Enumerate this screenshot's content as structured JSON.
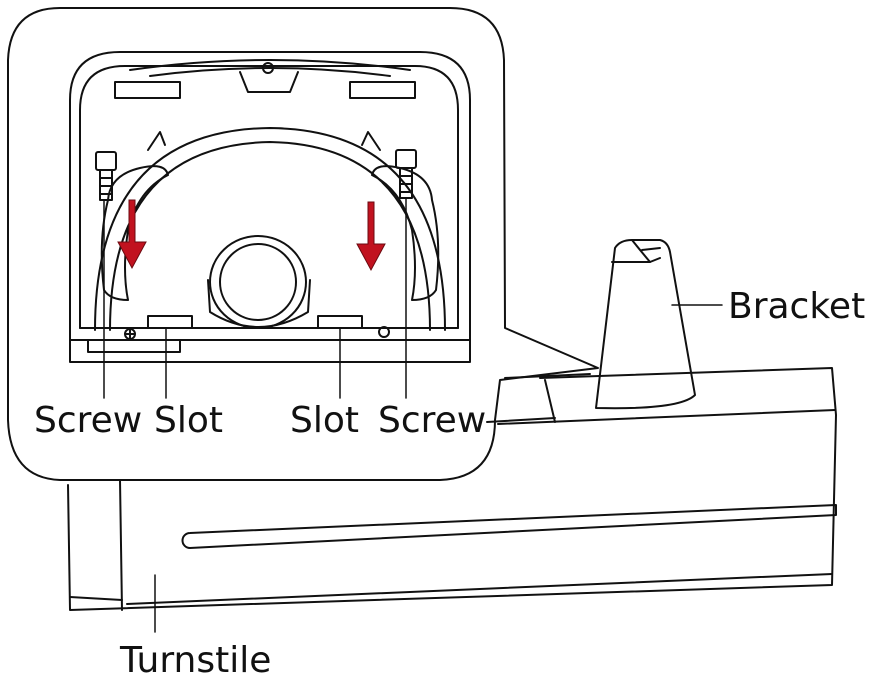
{
  "labels": {
    "screw_left": "Screw",
    "slot_left": "Slot",
    "slot_right": "Slot",
    "screw_right": "Screw",
    "bracket": "Bracket",
    "turnstile": "Turnstile"
  },
  "colors": {
    "line": "#111111",
    "arrow": "#c1121f",
    "background": "#ffffff"
  },
  "icons": [
    "down-arrow-icon",
    "screw-icon",
    "slot-icon"
  ]
}
